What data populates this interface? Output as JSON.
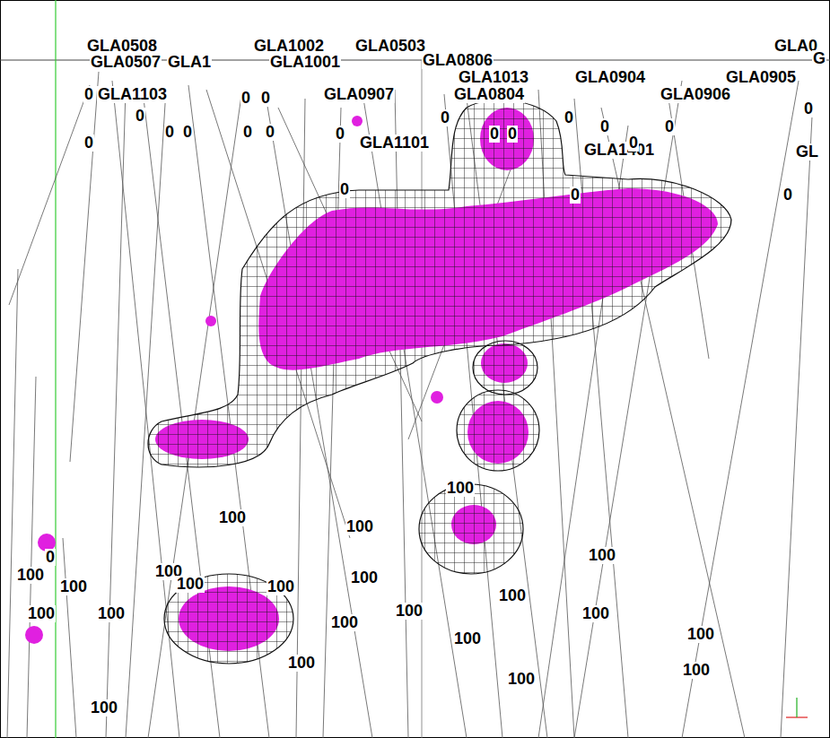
{
  "diagram": {
    "labels": [
      "GLA0508",
      "GLA1002",
      "GLA0503",
      "GLA0",
      "G",
      "GLA0507",
      "GLA1",
      "GLA1001",
      "GLA0806",
      "GLA1013",
      "GLA0904",
      "GLA0905",
      "GLA1103",
      "GLA0907",
      "GLA0804",
      "GLA0906",
      "GLA1101",
      "GLA1401",
      "GL",
      "0",
      "0",
      "0",
      "0",
      "0",
      "0",
      "0",
      "0",
      "0",
      "0",
      "0",
      "0",
      "0",
      "0",
      "0",
      "0",
      "0",
      "0",
      "0",
      "0",
      "0",
      "0",
      "100",
      "100",
      "100",
      "100",
      "100",
      "100",
      "100",
      "100",
      "100",
      "100",
      "100",
      "100",
      "100",
      "100",
      "100",
      "100",
      "100",
      "100",
      "100",
      "100",
      "100",
      "100"
    ]
  }
}
